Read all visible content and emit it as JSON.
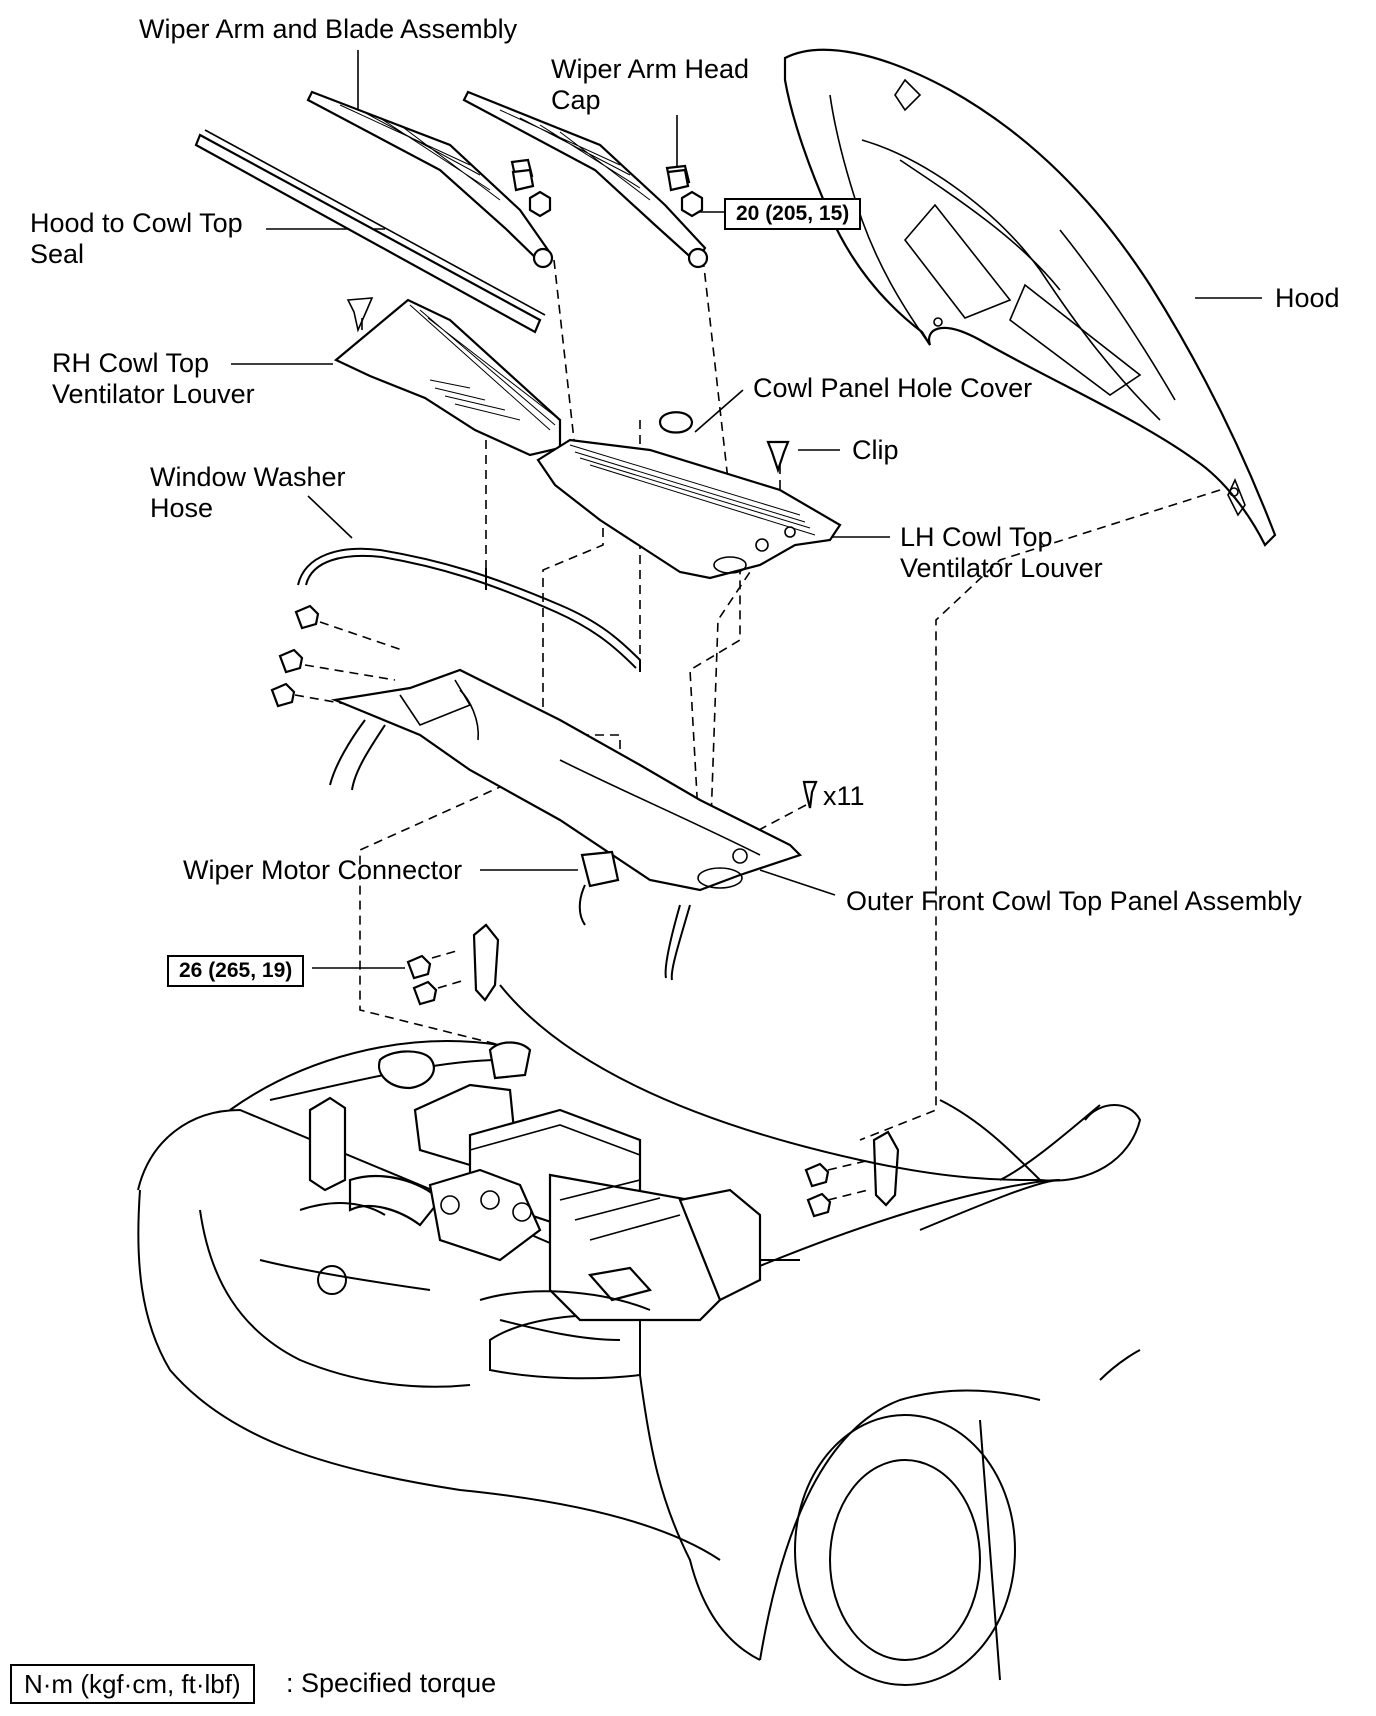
{
  "labels": {
    "wiper_arm_blade": "Wiper Arm and Blade Assembly",
    "wiper_arm_head_cap": [
      "Wiper Arm Head",
      "Cap"
    ],
    "hood_to_cowl_seal": [
      "Hood to Cowl Top",
      "Seal"
    ],
    "hood": "Hood",
    "rh_cowl_louver": [
      "RH Cowl Top",
      "Ventilator Louver"
    ],
    "cowl_panel_hole_cover": "Cowl Panel Hole Cover",
    "clip": "Clip",
    "window_washer_hose": [
      "Window Washer",
      "Hose"
    ],
    "lh_cowl_louver": [
      "LH Cowl Top",
      "Ventilator Louver"
    ],
    "clip_count": "x11",
    "wiper_motor_connector": "Wiper Motor Connector",
    "outer_front_cowl_panel": "Outer Front Cowl Top Panel Assembly"
  },
  "torque_specs": {
    "wiper_arm_nut": "20 (205, 15)",
    "hood_hinge_bolt": "26 (265, 19)"
  },
  "legend": {
    "unit_box": "N·m (kgf·cm, ft·lbf)",
    "description": ": Specified torque"
  }
}
